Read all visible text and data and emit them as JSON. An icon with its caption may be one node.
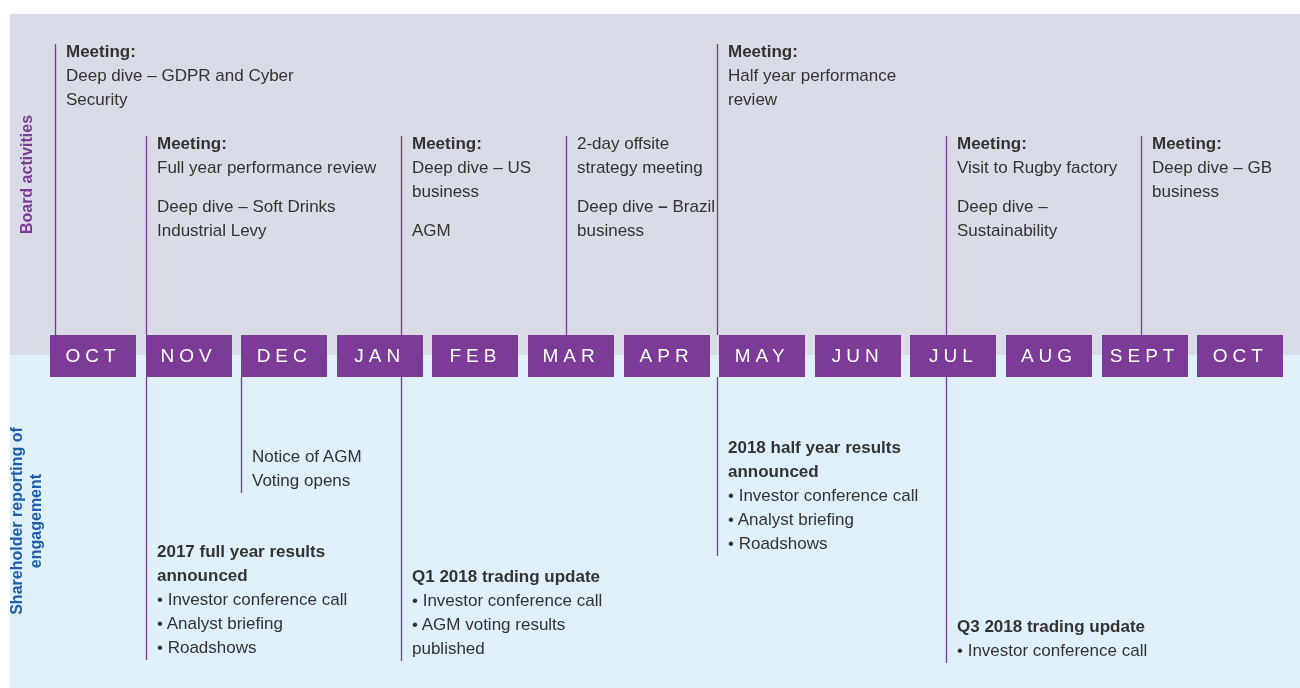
{
  "diagram": {
    "nodes": [
      {
        "text": [
          "Board activities"
        ]
      },
      {
        "text": [
          "Shareholder reporting of engagement"
        ]
      },
      {
        "text": [
          "OCT"
        ]
      },
      {
        "text": [
          "NOV"
        ]
      },
      {
        "text": [
          "DEC"
        ]
      },
      {
        "text": [
          "JAN"
        ]
      },
      {
        "text": [
          "FEB"
        ]
      },
      {
        "text": [
          "MAR"
        ]
      },
      {
        "text": [
          "APR"
        ]
      },
      {
        "text": [
          "MAY"
        ]
      },
      {
        "text": [
          "JUN"
        ]
      },
      {
        "text": [
          "JUL"
        ]
      },
      {
        "text": [
          "AUG"
        ]
      },
      {
        "text": [
          "SEPT"
        ]
      },
      {
        "text": [
          "OCT"
        ]
      },
      {
        "text": [
          "**Meeting:**",
          "Deep dive – GDPR and Cyber Security"
        ],
        "in": 0
      },
      {
        "text": [
          "**Meeting:**",
          "Full year performance review",
          "Deep dive – Soft Drinks Industrial Levy"
        ],
        "in": 0
      },
      {
        "text": [
          "**Meeting:**",
          "Deep dive – US business",
          "AGM"
        ],
        "in": 0
      },
      {
        "text": [
          "2-day offsite strategy meeting",
          "Deep dive **–** Brazil business"
        ],
        "in": 0
      },
      {
        "text": [
          "**Meeting:**",
          "Half year performance review"
        ],
        "in": 0
      },
      {
        "text": [
          "**Meeting:**",
          "Visit to Rugby factory",
          "Deep dive – Sustainability"
        ],
        "in": 0
      },
      {
        "text": [
          "**Meeting:**",
          "Deep dive – GB business"
        ],
        "in": 0
      },
      {
        "text": [
          "Notice of AGM",
          "Voting opens"
        ],
        "in": 1
      },
      {
        "text": [
          "**2017 full year results announced**",
          "• Investor conference call",
          "• Analyst briefing",
          "• Roadshows"
        ],
        "in": 1
      },
      {
        "text": [
          "**Q1 2018 trading update**",
          "• Investor conference call",
          "• AGM voting results published"
        ],
        "in": 1
      },
      {
        "text": [
          "**2018 half year results announced**",
          "• Investor conference call",
          "• Analyst briefing",
          "• Roadshows"
        ],
        "in": 1
      },
      {
        "text": [
          "**Q3 2018 trading update**",
          "• Investor conference call"
        ],
        "in": 1
      }
    ],
    "edges": [
      {
        "from": 15,
        "to": 2,
        "arrow": "none"
      },
      {
        "from": 16,
        "to": 3,
        "arrow": "none"
      },
      {
        "from": 17,
        "to": 5,
        "arrow": "none"
      },
      {
        "from": 18,
        "to": 7,
        "arrow": "none"
      },
      {
        "from": 19,
        "to": 9,
        "arrow": "none"
      },
      {
        "from": 20,
        "to": 11,
        "arrow": "none"
      },
      {
        "from": 21,
        "to": 13,
        "arrow": "none"
      },
      {
        "from": 22,
        "to": 4,
        "arrow": "none"
      },
      {
        "from": 23,
        "to": 3,
        "arrow": "none"
      },
      {
        "from": 24,
        "to": 5,
        "arrow": "none"
      },
      {
        "from": 25,
        "to": 9,
        "arrow": "none"
      },
      {
        "from": 26,
        "to": 11,
        "arrow": "none"
      }
    ]
  }
}
